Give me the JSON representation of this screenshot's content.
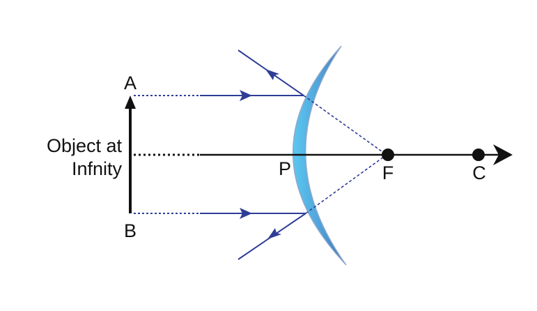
{
  "labels": {
    "top": "A",
    "bottom": "B",
    "pole": "P",
    "focus": "F",
    "center": "C",
    "object_line1": "Object at",
    "object_line2": "Infnity"
  },
  "colors": {
    "ray": "#2e3d96",
    "axis": "#111111",
    "mirror_light": "#5bc8f0",
    "mirror_dark": "#2f6fb0",
    "mirror_edge": "#8fa8cc"
  }
}
